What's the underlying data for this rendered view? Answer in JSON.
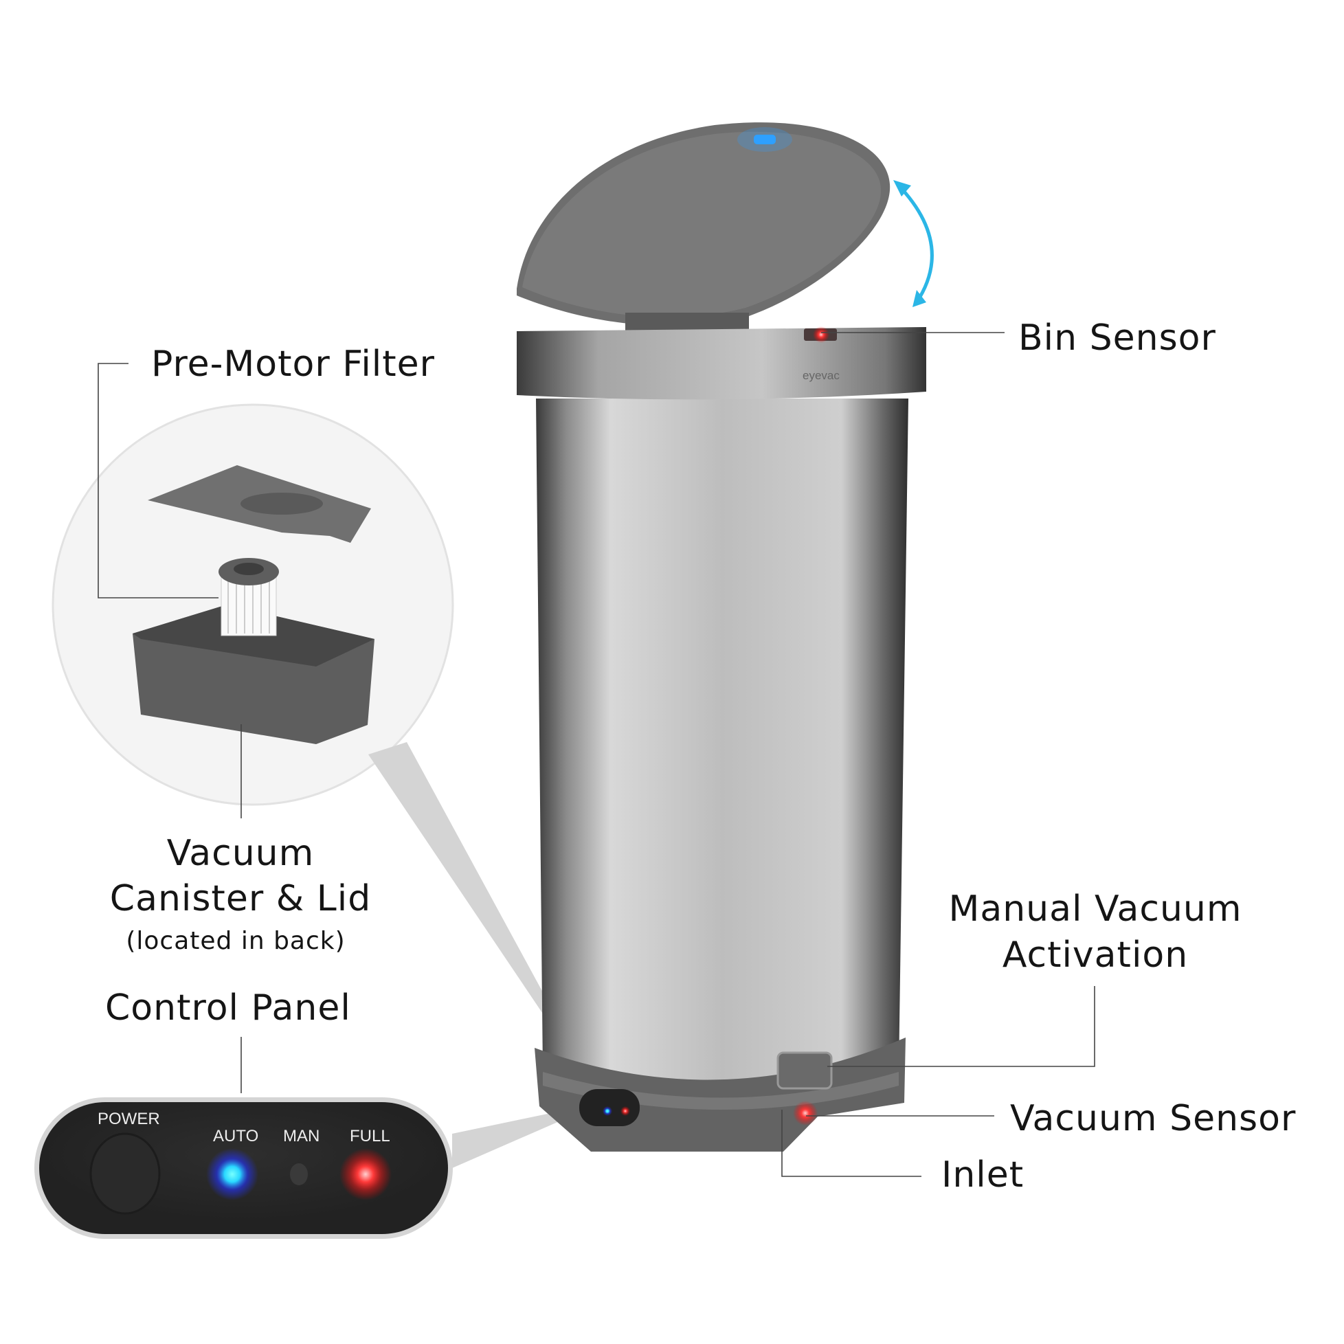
{
  "labels": {
    "bin_sensor": "Bin Sensor",
    "pre_motor_filter": "Pre-Motor Filter",
    "vacuum_canister_line1": "Vacuum",
    "vacuum_canister_line2": "Canister & Lid",
    "vacuum_canister_note": "(located in back)",
    "control_panel": "Control Panel",
    "manual_vacuum_line1": "Manual Vacuum",
    "manual_vacuum_line2": "Activation",
    "vacuum_sensor": "Vacuum Sensor",
    "inlet": "Inlet"
  },
  "control_panel": {
    "power": "POWER",
    "auto": "AUTO",
    "man": "MAN",
    "full": "FULL"
  },
  "brand": "eyevac",
  "colors": {
    "auto_led": "#29d8ff",
    "full_led": "#ff3b3b",
    "lid_indicator": "#2ea0ff",
    "arrow": "#2bb6e6"
  }
}
